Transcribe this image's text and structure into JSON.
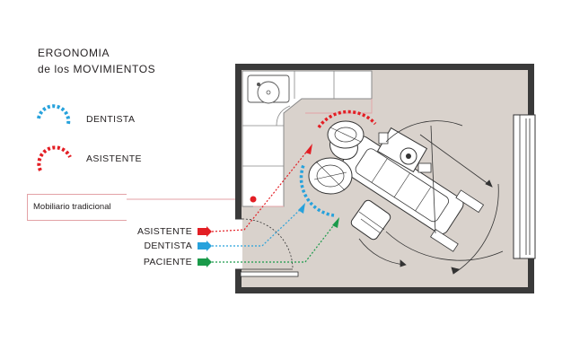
{
  "title": {
    "line1": "ERGONOMIA",
    "line2": "de los MOVIMIENTOS"
  },
  "legend": [
    {
      "label": "DENTISTA",
      "color": "#27a2dc"
    },
    {
      "label": "ASISTENTE",
      "color": "#e31e24"
    }
  ],
  "callout": {
    "label": "Mobiliario tradicional",
    "line_color": "#e3a2a6"
  },
  "flow_labels": [
    {
      "label": "ASISTENTE",
      "color": "#e31e24"
    },
    {
      "label": "DENTISTA",
      "color": "#27a2dc"
    },
    {
      "label": "PACIENTE",
      "color": "#1a9a4a"
    }
  ],
  "colors": {
    "floor": "#d9d2cc",
    "wall": "#3a3a3a",
    "furniture": "#ffffff",
    "furniture_stroke": "#888888",
    "drawing_stroke": "#333333"
  }
}
